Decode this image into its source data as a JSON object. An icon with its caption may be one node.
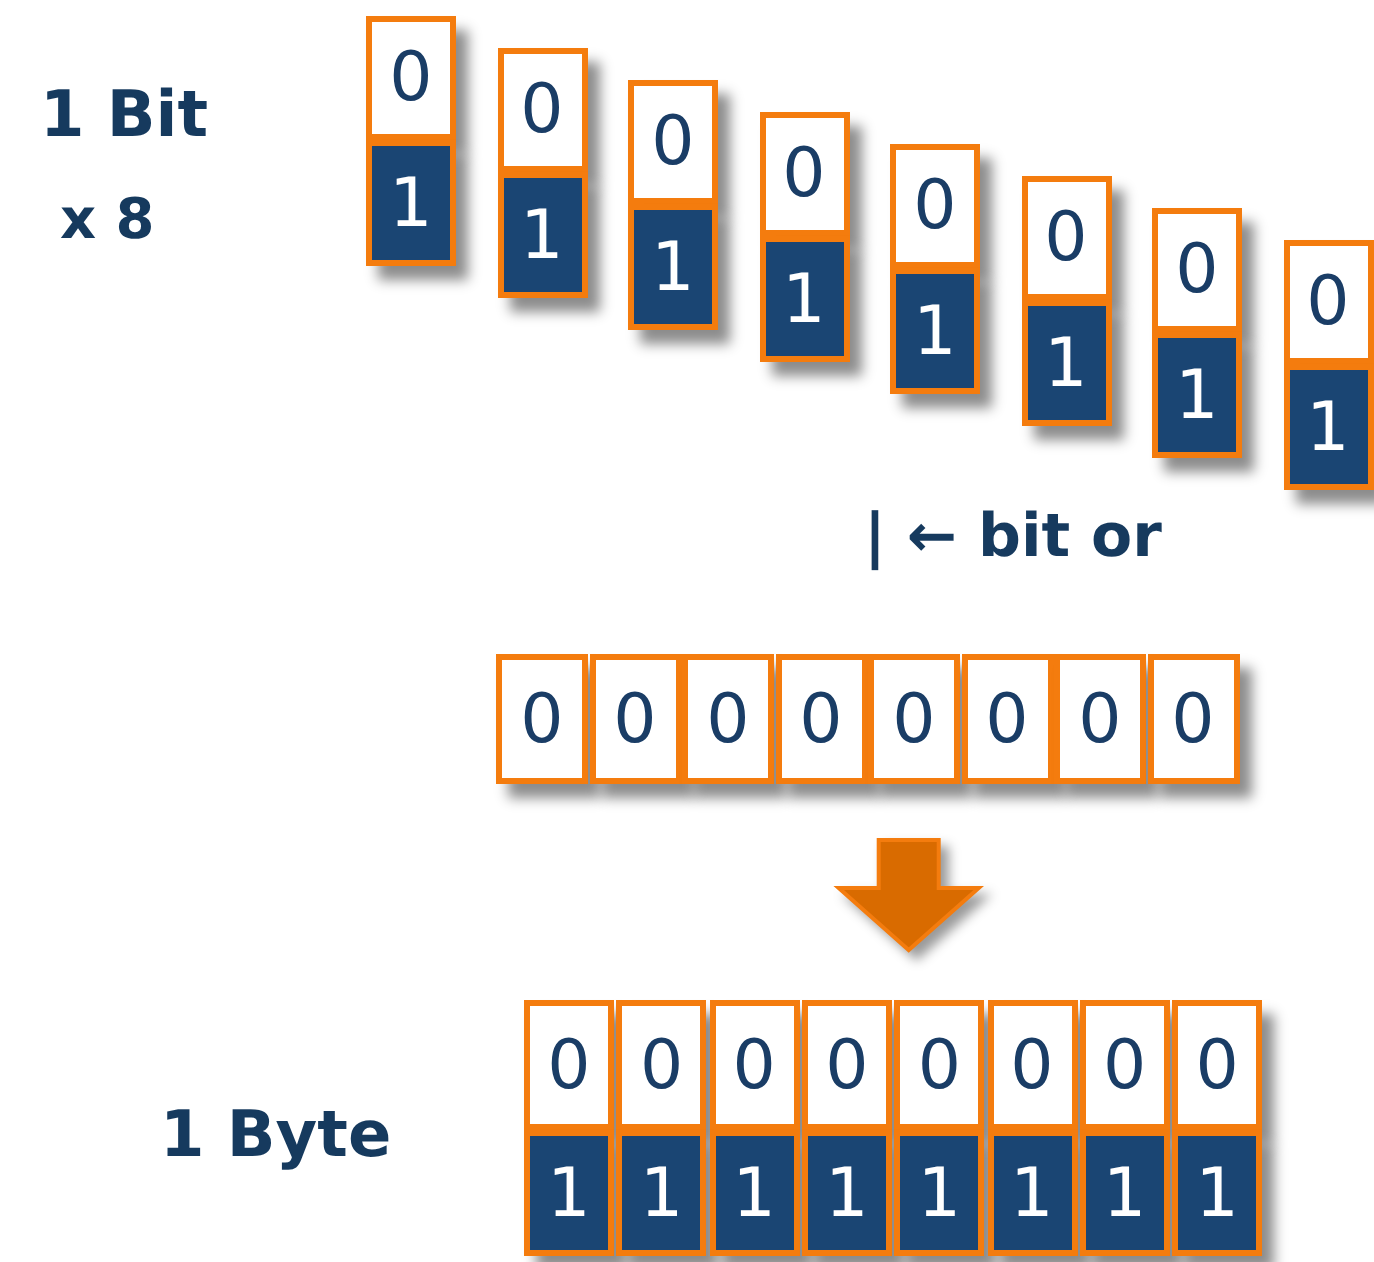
{
  "diagram": {
    "nodes": [
      {
        "text": [
          "0"
        ]
      },
      {
        "text": [
          "1"
        ]
      },
      {
        "text": [
          "0"
        ]
      },
      {
        "text": [
          "1"
        ]
      },
      {
        "text": [
          "0"
        ]
      },
      {
        "text": [
          "1"
        ]
      },
      {
        "text": [
          "0"
        ]
      },
      {
        "text": [
          "1"
        ]
      },
      {
        "text": [
          "0"
        ]
      },
      {
        "text": [
          "1"
        ]
      },
      {
        "text": [
          "0"
        ]
      },
      {
        "text": [
          "1"
        ]
      },
      {
        "text": [
          "0"
        ]
      },
      {
        "text": [
          "1"
        ]
      },
      {
        "text": [
          "0"
        ]
      },
      {
        "text": [
          "1"
        ]
      },
      {
        "text": [
          "0"
        ]
      },
      {
        "text": [
          "0"
        ]
      },
      {
        "text": [
          "0"
        ]
      },
      {
        "text": [
          "0"
        ]
      },
      {
        "text": [
          "0"
        ]
      },
      {
        "text": [
          "0"
        ]
      },
      {
        "text": [
          "0"
        ]
      },
      {
        "text": [
          "0"
        ]
      },
      {
        "text": [
          "0"
        ]
      },
      {
        "text": [
          "0"
        ]
      },
      {
        "text": [
          "0"
        ]
      },
      {
        "text": [
          "0"
        ]
      },
      {
        "text": [
          "0"
        ]
      },
      {
        "text": [
          "0"
        ]
      },
      {
        "text": [
          "0"
        ]
      },
      {
        "text": [
          "0"
        ]
      },
      {
        "text": [
          "1"
        ]
      },
      {
        "text": [
          "1"
        ]
      },
      {
        "text": [
          "1"
        ]
      },
      {
        "text": [
          "1"
        ]
      },
      {
        "text": [
          "1"
        ]
      },
      {
        "text": [
          "1"
        ]
      },
      {
        "text": [
          "1"
        ]
      },
      {
        "text": [
          "1"
        ]
      }
    ],
    "edges": [
      {
        "from": 20,
        "to": 28,
        "arrow": "to"
      }
    ],
    "labels": [
      "1 Bit",
      "x 8",
      "| ← bit or",
      "1 Byte"
    ]
  }
}
